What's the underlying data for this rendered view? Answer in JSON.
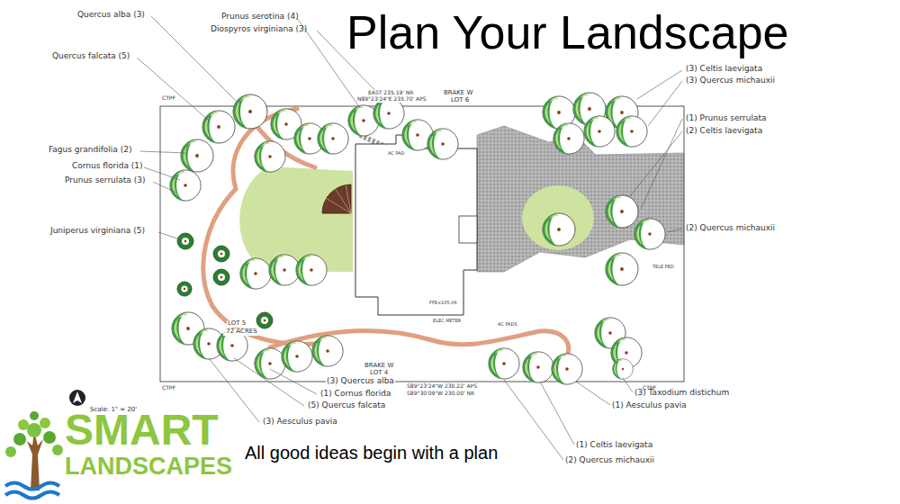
{
  "diagram": {
    "title": "Plan Your Landscape",
    "caption": "All good ideas begin with a plan",
    "labels": [
      "Quercus alba (3)",
      "Prunus serotina (4)",
      "Diospyros virginiana (3)",
      "Quercus falcata (5)",
      "Fagus grandifolia (2)",
      "Cornus florida (1)",
      "Prunus serrulata (3)",
      "Juniperus virginiana (5)",
      "(3) Celtis laevigata",
      "(3) Quercus michauxii",
      "(1) Prunus serrulata",
      "(2) Celtis laevigata",
      "(2) Quercus michauxii",
      "(1) Cornus florida",
      "(5) Quercus falcata",
      "(3) Aesculus pavia",
      "(3) Quercus alba",
      "(1) Aesculus pavia",
      "(1) Celtis laevigata",
      "(2) Quercus michauxii",
      "(3) Taxodium distichum",
      "BRAKE W",
      "LOT 6",
      "EAST 235.19' NR",
      "N89°23'24\"E 235.70' APS",
      "BRAKE W",
      "LOT 4",
      "LOT 5",
      ".72 ACRES",
      "S89°23'24\"W 230.22' APS",
      "S89°30'09\"W 230.00' NR",
      "Scale: 1\" = 20'",
      "CTPF",
      "CTPF",
      "CTPF",
      "AC PAD",
      "ELEC METER",
      "AC PADS",
      "TELE PED",
      "FFE=105.06",
      "SMART",
      "LANDSCAPES"
    ]
  }
}
